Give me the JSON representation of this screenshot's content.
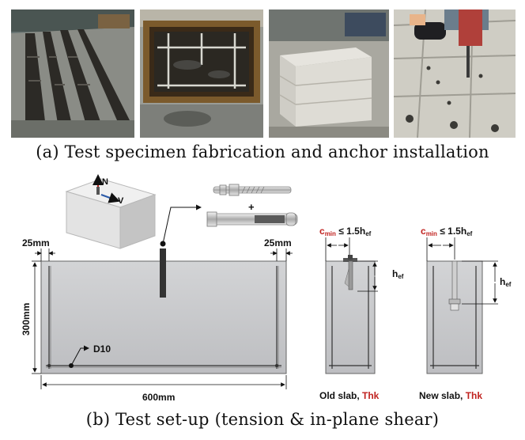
{
  "captions": {
    "a": "(a) Test specimen fabrication and anchor installation",
    "b": "(b) Test set-up (tension & in-plane shear)"
  },
  "diagram": {
    "iso_labels": {
      "n": "N",
      "v": "V"
    },
    "plus": "+",
    "dims": {
      "left_edge": "25mm",
      "right_edge": "25mm",
      "height": "300mm",
      "width": "600mm",
      "rebar": "D10"
    },
    "slab_old": {
      "cmin_main": "c",
      "cmin_sub": "min",
      "le": " ≤ 1.5h",
      "le_sub": "ef",
      "hef_main": "h",
      "hef_sub": "ef",
      "label": "Old slab, ",
      "thk": "Thk"
    },
    "slab_new": {
      "cmin_main": "c",
      "cmin_sub": "min",
      "le": " ≤ 1.5h",
      "le_sub": "ef",
      "hef_main": "h",
      "hef_sub": "ef",
      "label": "New slab, ",
      "thk": "Thk"
    }
  },
  "colors": {
    "accent_red": "#c0221f",
    "accent_blue": "#2b5aa8"
  }
}
